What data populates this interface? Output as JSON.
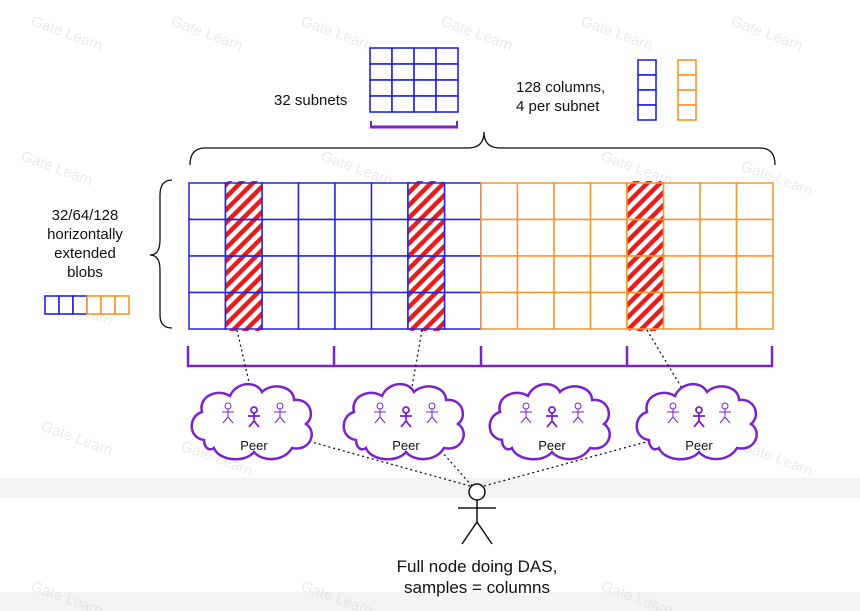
{
  "labels": {
    "subnets": "32 subnets",
    "columns_line1": "128 columns,",
    "columns_line2": "4 per subnet",
    "blobs_line1": "32/64/128",
    "blobs_line2": "horizontally",
    "blobs_line3": "extended",
    "blobs_line4": "blobs",
    "fullnode_line1": "Full node doing DAS,",
    "fullnode_line2": "samples = columns"
  },
  "peers": [
    "Peer",
    "Peer",
    "Peer",
    "Peer"
  ],
  "colors": {
    "blue": "#2323e6",
    "orange": "#f5962a",
    "red": "#e61e1e",
    "purple": "#7a22cc",
    "ink": "#111111"
  },
  "watermark": "Gate Learn"
}
